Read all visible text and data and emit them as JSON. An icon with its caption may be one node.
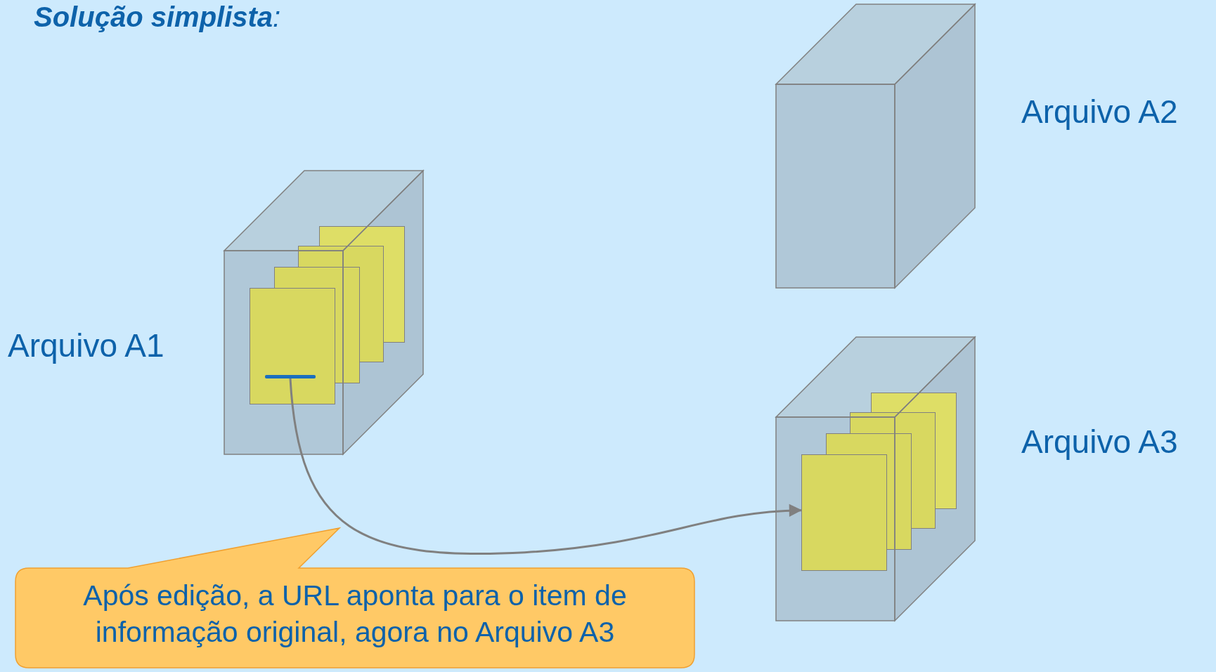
{
  "diagram": {
    "title": "**Solução simplista**:",
    "nodes": [
      {
        "text": [],
        "shape": "cube",
        "beside": [
          "Arquivo A1"
        ]
      },
      {
        "text": [],
        "shape": "bar",
        "in": 0
      },
      {
        "text": [],
        "shape": "cube",
        "beside": [
          "Arquivo A2"
        ]
      },
      {
        "text": [],
        "shape": "cube",
        "beside": [
          "Arquivo A3"
        ]
      },
      {
        "text": [],
        "shape": "box",
        "in": 3
      },
      {
        "text": [
          "Após edição, a URL aponta para o item de informação original, agora no Arquivo A3"
        ]
      }
    ],
    "edges": [
      {
        "from": 1,
        "to": 4,
        "arrow": "to"
      }
    ]
  }
}
